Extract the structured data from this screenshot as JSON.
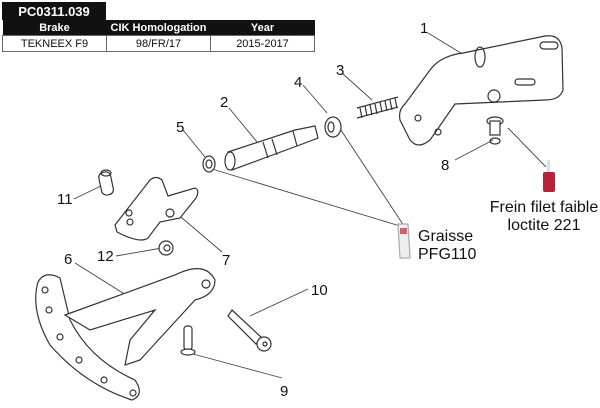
{
  "header": {
    "part_number": "PC0311.039"
  },
  "spec_table": {
    "columns": [
      "Brake",
      "CIK Homologation",
      "Year"
    ],
    "rows": [
      [
        "TEKNEEX F9",
        "98/FR/17",
        "2015-2017"
      ]
    ]
  },
  "callouts": [
    "1",
    "2",
    "3",
    "4",
    "5",
    "6",
    "7",
    "8",
    "9",
    "10",
    "11",
    "12"
  ],
  "notes": {
    "grease_line1": "Graisse",
    "grease_line2": "PFG110",
    "threadlock_line1": "Frein filet faible",
    "threadlock_line2": "loctite 221"
  },
  "colors": {
    "threadlock_bottle": "#b5223a",
    "header_bg": "#111111"
  }
}
